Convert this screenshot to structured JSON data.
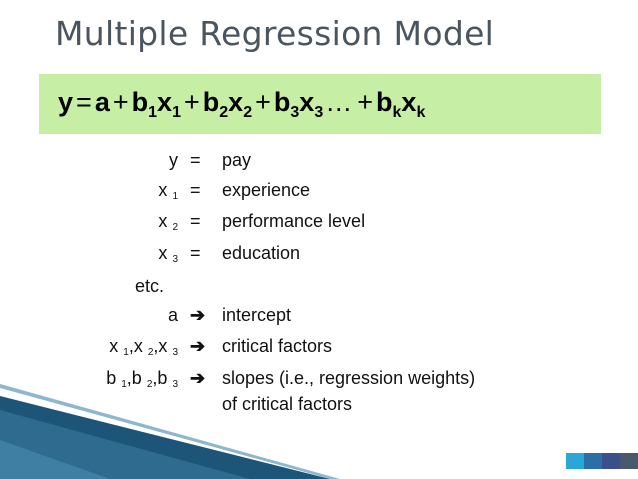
{
  "slide": {
    "title": "Multiple Regression Model",
    "equation": {
      "y": "y",
      "eq": "=",
      "a": "a",
      "plus": "+",
      "b": "b",
      "x": "x",
      "sub1": "1",
      "sub2": "2",
      "sub3": "3",
      "subk": "k",
      "ellipsis": "…"
    },
    "definitions": [
      {
        "var": "y",
        "sub": "",
        "rel": "=",
        "desc": "pay"
      },
      {
        "var": "x",
        "sub": "1",
        "rel": "=",
        "desc": "experience"
      },
      {
        "var": "x",
        "sub": "2",
        "rel": "=",
        "desc": "performance level"
      },
      {
        "var": "x",
        "sub": "3",
        "rel": "=",
        "desc": "education"
      }
    ],
    "etc_label": "etc.",
    "arrow_rows": [
      {
        "lhs": "a",
        "desc": "intercept"
      },
      {
        "lhs_a": "x",
        "s1": "1",
        "comma": ",",
        "lhs_b": "x",
        "s2": "2",
        "lhs_c": "x",
        "s3": "3",
        "desc": "critical factors"
      },
      {
        "lhs_a": "b",
        "s1": "1",
        "comma": ",",
        "lhs_b": "b",
        "s2": "2",
        "lhs_c": "b",
        "s3": "3",
        "desc": "slopes (i.e., regression weights)",
        "desc2": "of critical factors"
      }
    ],
    "arrow_glyph": "➔",
    "colors": {
      "title": "#4a5560",
      "equation_box": "#c6eea5",
      "wave_dark": "#1d5578",
      "wave_light": "#8fb6cf",
      "squares": [
        "#2aa7d8",
        "#2c6fa8",
        "#3b4f8a",
        "#4a5a6e"
      ]
    }
  }
}
